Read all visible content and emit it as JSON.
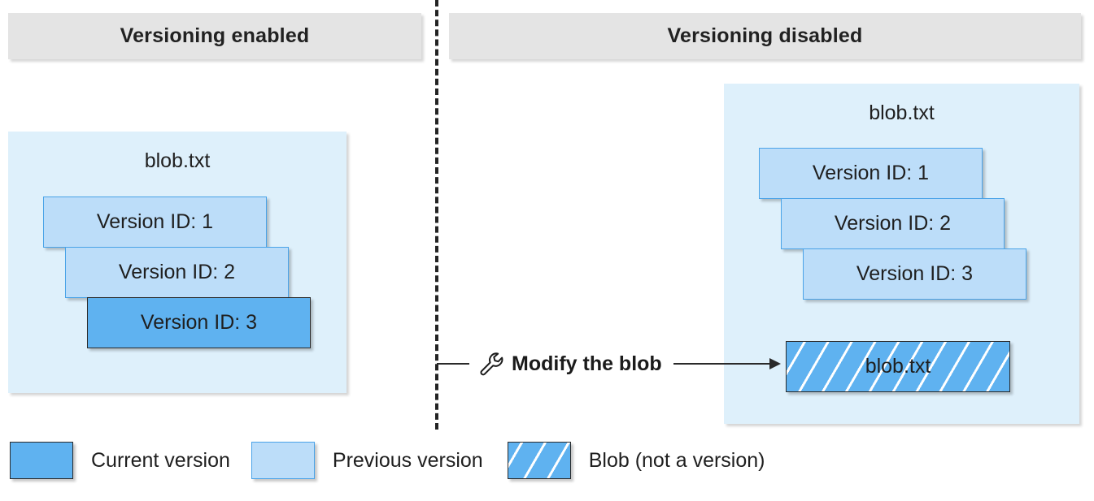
{
  "headers": {
    "left": "Versioning enabled",
    "right": "Versioning disabled"
  },
  "panels": {
    "left": {
      "title": "blob.txt",
      "boxes": [
        {
          "label": "Version ID: 1",
          "kind": "previous"
        },
        {
          "label": "Version ID: 2",
          "kind": "previous"
        },
        {
          "label": "Version ID: 3",
          "kind": "current"
        }
      ]
    },
    "right": {
      "title": "blob.txt",
      "boxes": [
        {
          "label": "Version ID: 1",
          "kind": "previous"
        },
        {
          "label": "Version ID: 2",
          "kind": "previous"
        },
        {
          "label": "Version ID: 3",
          "kind": "previous"
        }
      ],
      "blob": {
        "label": "blob.txt",
        "kind": "hatched"
      }
    }
  },
  "action": {
    "label": "Modify the blob",
    "icon": "wrench-icon"
  },
  "legend": [
    {
      "label": "Current version",
      "kind": "current"
    },
    {
      "label": "Previous version",
      "kind": "previous"
    },
    {
      "label": "Blob (not a version)",
      "kind": "hatched"
    }
  ],
  "colors": {
    "current_version": "#5fb2f0",
    "previous_version": "#bcddf9",
    "panel_background": "#def0fb",
    "header_background": "#e4e4e4",
    "divider": "#232323",
    "text": "#1f1f1f"
  }
}
